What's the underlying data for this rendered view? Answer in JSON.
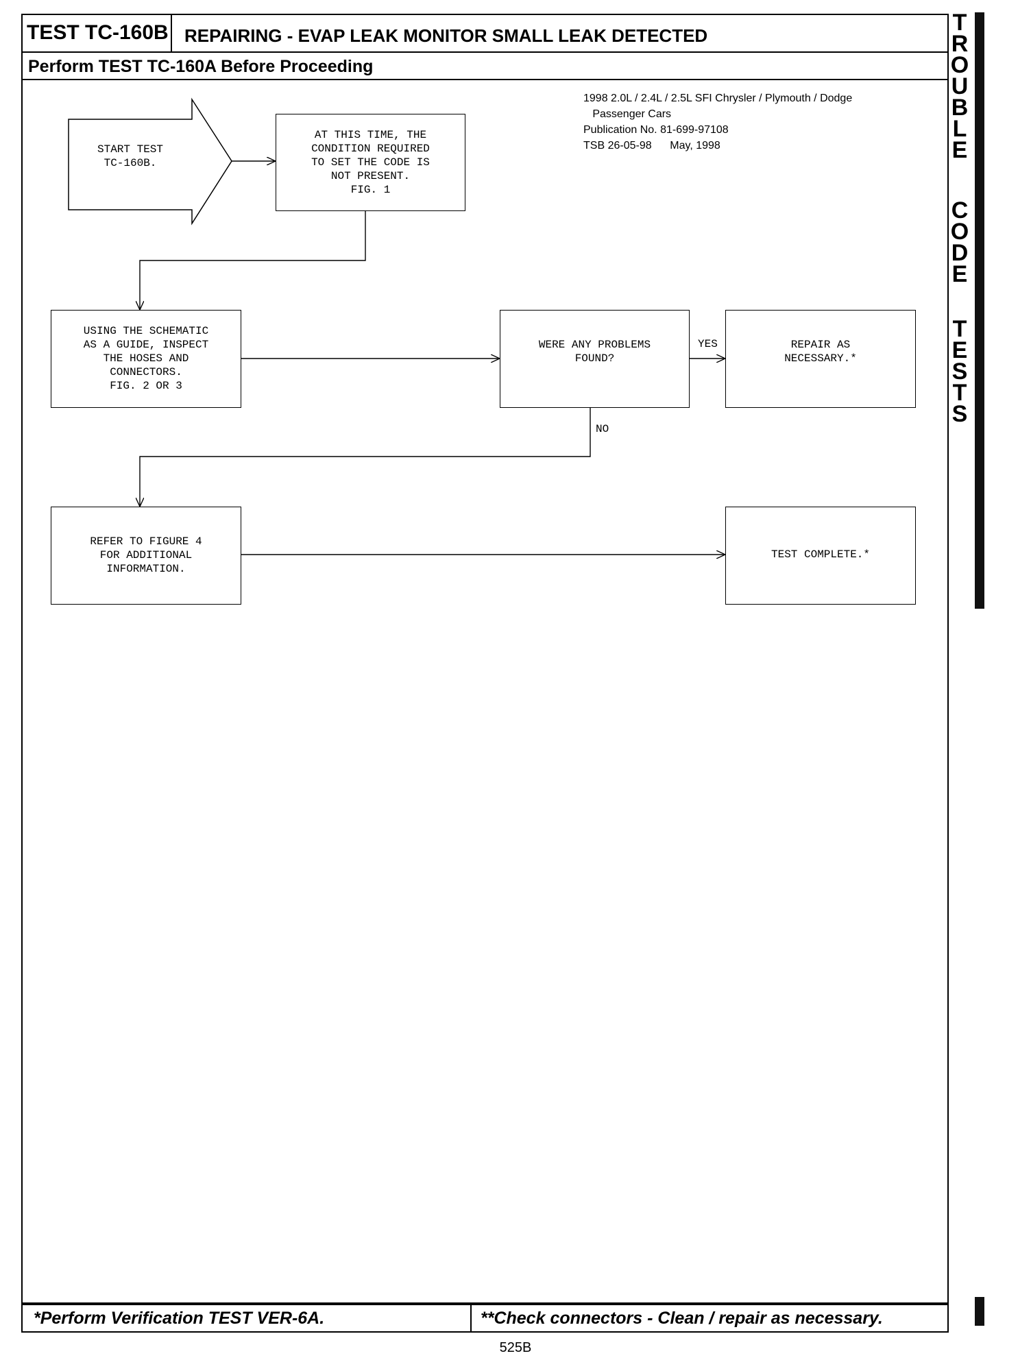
{
  "header": {
    "test_id": "TEST TC-160B",
    "title": "REPAIRING - EVAP LEAK MONITOR SMALL LEAK DETECTED",
    "prerequisite": "Perform TEST TC-160A Before Proceeding"
  },
  "publication": {
    "line1": "1998 2.0L / 2.4L / 2.5L SFI Chrysler / Plymouth / Dodge",
    "line2": "   Passenger Cars",
    "line3": "Publication No. 81-699-97108",
    "line4": "TSB 26-05-98      May, 1998"
  },
  "flowchart": {
    "start": "START TEST\nTC-160B.",
    "condition": "AT THIS TIME, THE\nCONDITION REQUIRED\nTO SET THE CODE IS\nNOT PRESENT.\nFIG. 1",
    "inspect": "USING THE SCHEMATIC\nAS A GUIDE, INSPECT\nTHE HOSES AND\nCONNECTORS.\nFIG. 2 OR 3",
    "question": "WERE ANY PROBLEMS\nFOUND?",
    "repair": "REPAIR AS\nNECESSARY.*",
    "refer": "REFER TO FIGURE 4\nFOR ADDITIONAL\nINFORMATION.",
    "complete": "TEST COMPLETE.*",
    "yes_label": "YES",
    "no_label": "NO"
  },
  "footer": {
    "left": "*Perform Verification TEST VER-6A.",
    "right": "**Check connectors - Clean / repair as necessary."
  },
  "page_number": "525B",
  "side_tab": {
    "word1": "TROUBLE",
    "word2": "CODE",
    "word3": "TESTS"
  }
}
